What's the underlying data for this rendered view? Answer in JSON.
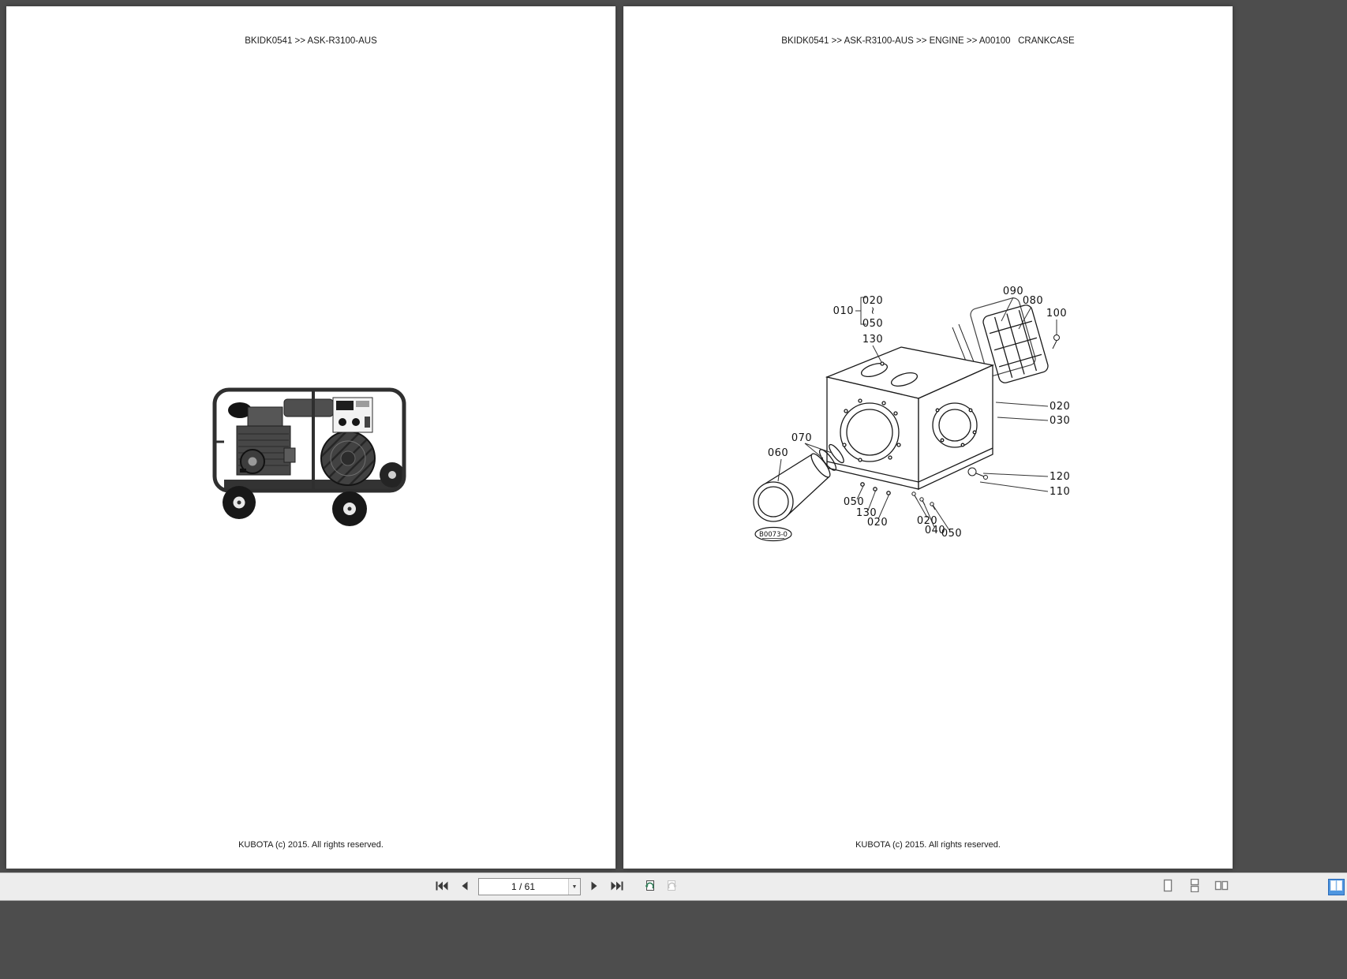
{
  "colors": {
    "canvas_bg": "#4d4d4d",
    "toolbar_bg": "#ededed",
    "active_icon_blue": "#4e96e0"
  },
  "left_page": {
    "header": "BKIDK0541 >> ASK-R3100-AUS",
    "footer": "KUBOTA (c) 2015. All rights reserved."
  },
  "right_page": {
    "header": "BKIDK0541 >> ASK-R3100-AUS >> ENGINE >> A00100   CRANKCASE",
    "footer": "KUBOTA (c) 2015. All rights reserved.",
    "stamp": "B0073-0",
    "callouts": [
      "010",
      "020",
      "~",
      "050",
      "130",
      "090",
      "080",
      "100",
      "020",
      "030",
      "120",
      "110",
      "070",
      "060",
      "050",
      "130",
      "020",
      "020",
      "040",
      "050"
    ]
  },
  "toolbar": {
    "page_indicator": "1 / 61",
    "icons": {
      "first_page": "go-first-icon",
      "previous_page": "previous-page-icon",
      "page_dropdown": "chevron-down-icon",
      "next_page": "next-page-icon",
      "last_page": "go-last-icon",
      "previous_view": "previous-view-icon",
      "next_view": "next-view-icon",
      "single_page": "single-page-view-icon",
      "continuous": "continuous-view-icon",
      "facing": "two-page-view-icon",
      "active_mode": "two-page-scrolling-icon"
    }
  }
}
